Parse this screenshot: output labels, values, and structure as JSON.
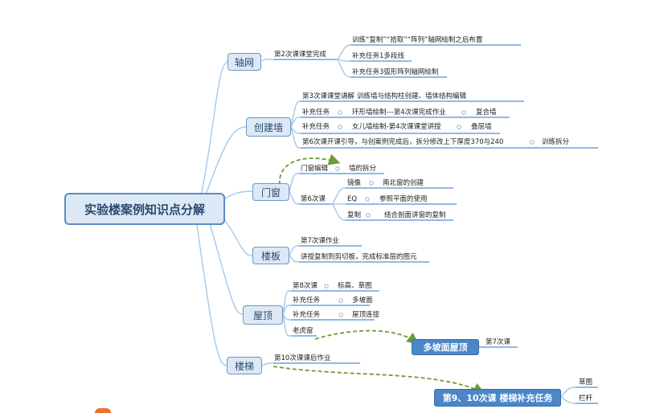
{
  "root": {
    "title": "实验楼案例知识点分解"
  },
  "branches": {
    "axis": {
      "label": "轴网"
    },
    "wall": {
      "label": "创建墙"
    },
    "door": {
      "label": "门窗"
    },
    "slab": {
      "label": "楼板"
    },
    "roof": {
      "label": "屋顶"
    },
    "stair": {
      "label": "楼梯"
    }
  },
  "axis": {
    "session": "第2次课课堂完成",
    "items": [
      "训练“复制”“拾取”“阵列”轴网绘制之后布置",
      "补充任务1多段线",
      "补充任务3弧形阵列轴网绘制"
    ]
  },
  "wall": {
    "r1": {
      "a": "第3次课课堂讲解",
      "b": "训练墙与结构柱创建、墙体结构编辑"
    },
    "r2": {
      "a": "补充任务",
      "b": "环形墙绘制---第4次课完成作业",
      "c": "复合墙"
    },
    "r3": {
      "a": "补充任务",
      "b": "女儿墙绘制-第4次课课堂讲授",
      "c": "叠层墙"
    },
    "r4": {
      "a": "第6次课开课引导，与创案例完成后，拆分修改上下厚度370与240",
      "b": "训练拆分"
    }
  },
  "door": {
    "r1": {
      "a": "门窗编辑",
      "b": "墙的拆分"
    },
    "session": "第6次课",
    "r2": {
      "a": "镜像",
      "b": "南北窗的创建"
    },
    "r3": {
      "a": "EQ",
      "b": "参照平面的使用"
    },
    "r4": {
      "a": "复制",
      "b": "结合剖面讲窗的复制"
    }
  },
  "slab": {
    "r1": "第7次课作业",
    "r2": "讲授复制到剪切板，完成标准层的图元"
  },
  "roof": {
    "r1": {
      "a": "第8次课",
      "b": "标高、草图"
    },
    "r2": {
      "a": "补充任务",
      "b": "多坡面"
    },
    "r3": {
      "a": "补充任务",
      "b": "屋顶连接"
    },
    "r4": "老虎窗",
    "multi": {
      "label": "多坡面屋顶",
      "note": "第7次课"
    }
  },
  "stair": {
    "session": "第10次课课后作业",
    "task": {
      "label": "第9、10次课 楼梯补充任务",
      "items": [
        "草图",
        "栏杆"
      ]
    }
  },
  "colors": {
    "connector": "#a6c8e8",
    "underline": "#4a90d9",
    "dashed_link": "#6f9a3a",
    "node_fill": "#dce8f5",
    "node_border": "#5c8cc0",
    "box_fill": "#4a86c8"
  }
}
